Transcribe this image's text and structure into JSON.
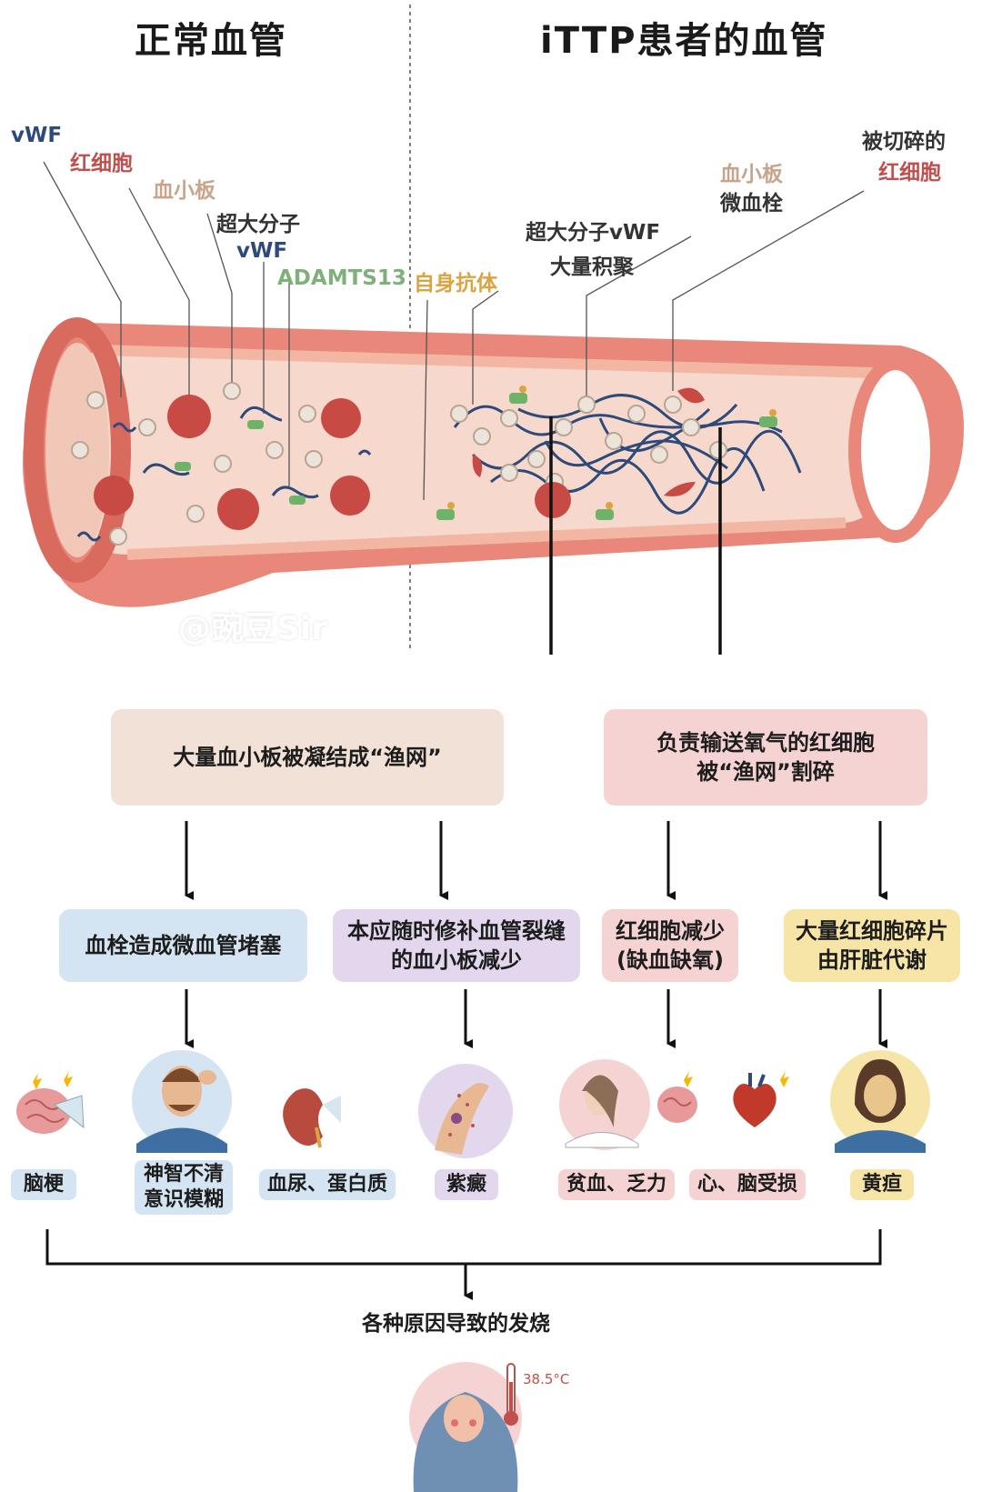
{
  "titles": {
    "normal": "正常血管",
    "ittp": "iTTP患者的血管"
  },
  "normal_labels": {
    "vwf": "vWF",
    "rbc": "红细胞",
    "platelet": "血小板",
    "ulvwf_line1": "超大分子",
    "ulvwf_line2": "vWF",
    "adamts13": "ADAMTS13"
  },
  "ittp_labels": {
    "autoantibody": "自身抗体",
    "ulvwf_accum_line1": "超大分子vWF",
    "ulvwf_accum_line2": "大量积聚",
    "platelet_line1": "血小板",
    "platelet_line2": "微血栓",
    "fragmented_line1": "被切碎的",
    "fragmented_line2": "红细胞"
  },
  "watermark": "@豌豆Sir",
  "mechanism": {
    "left": "大量血小板被凝结成“渔网”",
    "right": "负责输送氧气的红细胞\n被“渔网”割碎"
  },
  "effects": [
    "血栓造成微血管堵塞",
    "本应随时修补血管裂缝\n的血小板减少",
    "红细胞减少\n(缺血缺氧)",
    "大量红细胞碎片\n由肝脏代谢"
  ],
  "symptoms": [
    "脑梗",
    "神智不清\n意识模糊",
    "血尿、蛋白质",
    "紫癜",
    "贫血、乏力",
    "心、脑受损",
    "黄疸"
  ],
  "fever": {
    "label": "各种原因导致的发烧",
    "temperature": "38.5°C"
  },
  "colors": {
    "vwf": "#2e4a7a",
    "rbc": "#c0504d",
    "platelet": "#c9a48c",
    "ulvwf": "#333333",
    "adamts13": "#7fb07a",
    "autoantibody": "#d9a441",
    "mech_left_bg": "#f2e1d6",
    "mech_right_bg": "#f6d3d3",
    "effect_blue": "#d4e4f2",
    "effect_purple": "#e3d7ee",
    "effect_pink": "#f6d3d3",
    "effect_yellow": "#f7e5a8"
  }
}
